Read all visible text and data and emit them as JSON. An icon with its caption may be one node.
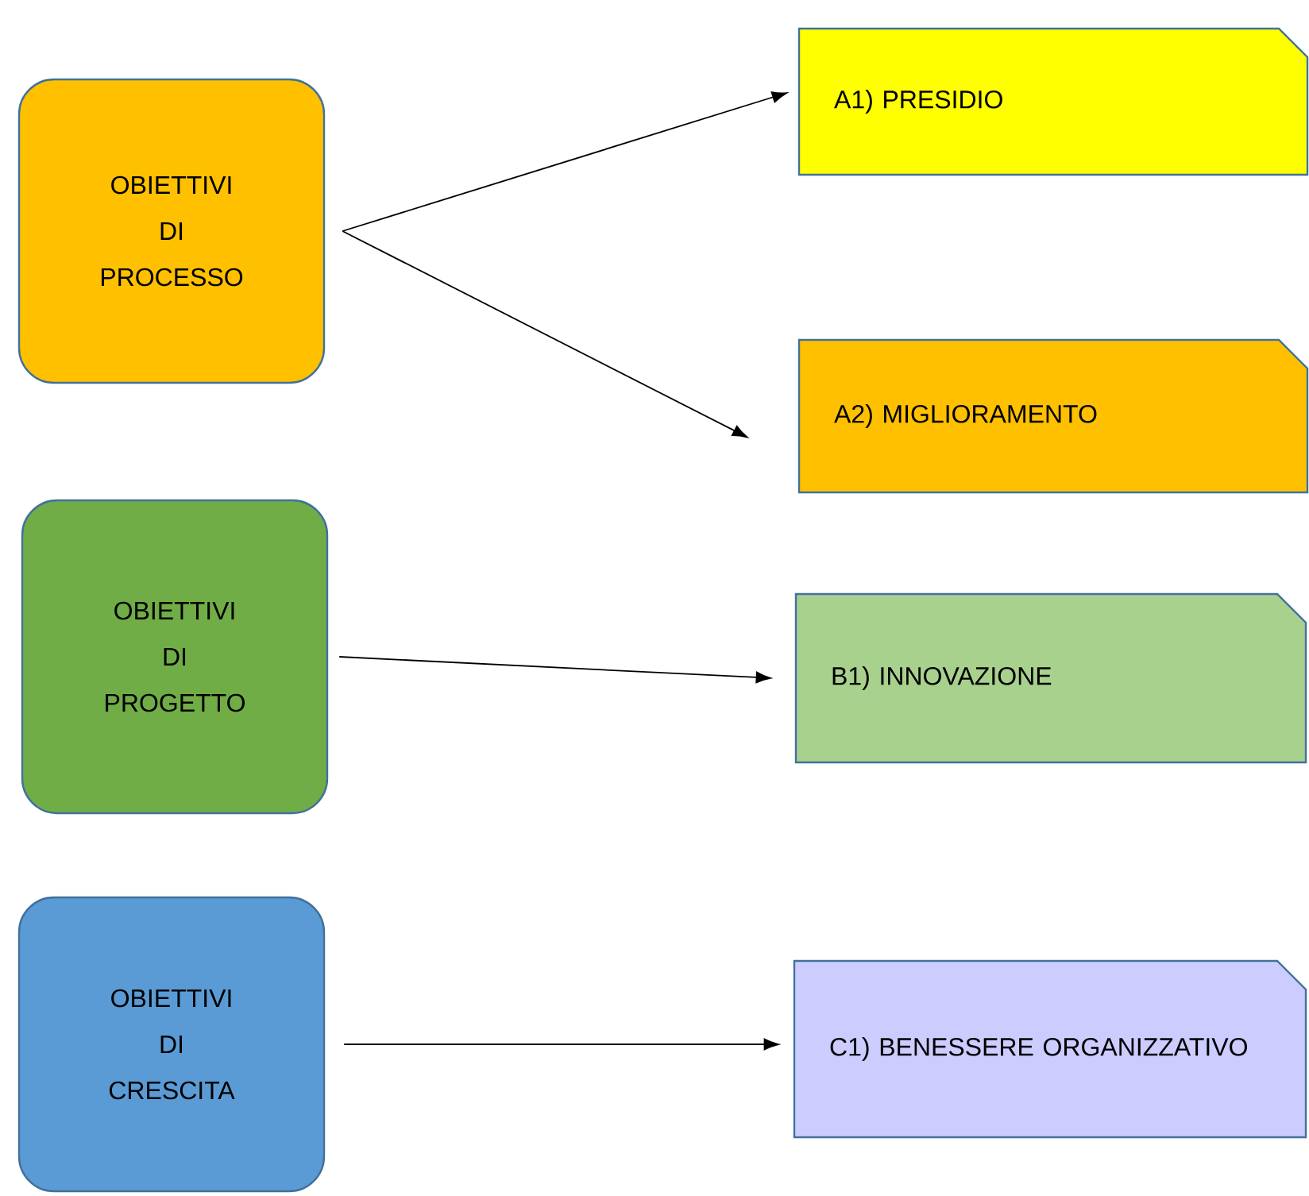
{
  "diagram": {
    "nodes": [
      {
        "text": [
          "OBIETTIVI DI PROCESSO"
        ]
      },
      {
        "text": [
          "A1) PRESIDIO"
        ]
      },
      {
        "text": [
          "A2) MIGLIORAMENTO"
        ]
      },
      {
        "text": [
          "OBIETTIVI DI PROGETTO"
        ]
      },
      {
        "text": [
          "B1) INNOVAZIONE"
        ]
      },
      {
        "text": [
          "OBIETTIVI DI CRESCITA"
        ]
      },
      {
        "text": [
          "C1) BENESSERE ORGANIZZATIVO"
        ]
      }
    ],
    "edges": [
      {
        "from": 0,
        "to": 1,
        "arrow": "to"
      },
      {
        "from": 0,
        "to": 2,
        "arrow": "to"
      },
      {
        "from": 3,
        "to": 4,
        "arrow": "to"
      },
      {
        "from": 5,
        "to": 6,
        "arrow": "to"
      }
    ]
  }
}
